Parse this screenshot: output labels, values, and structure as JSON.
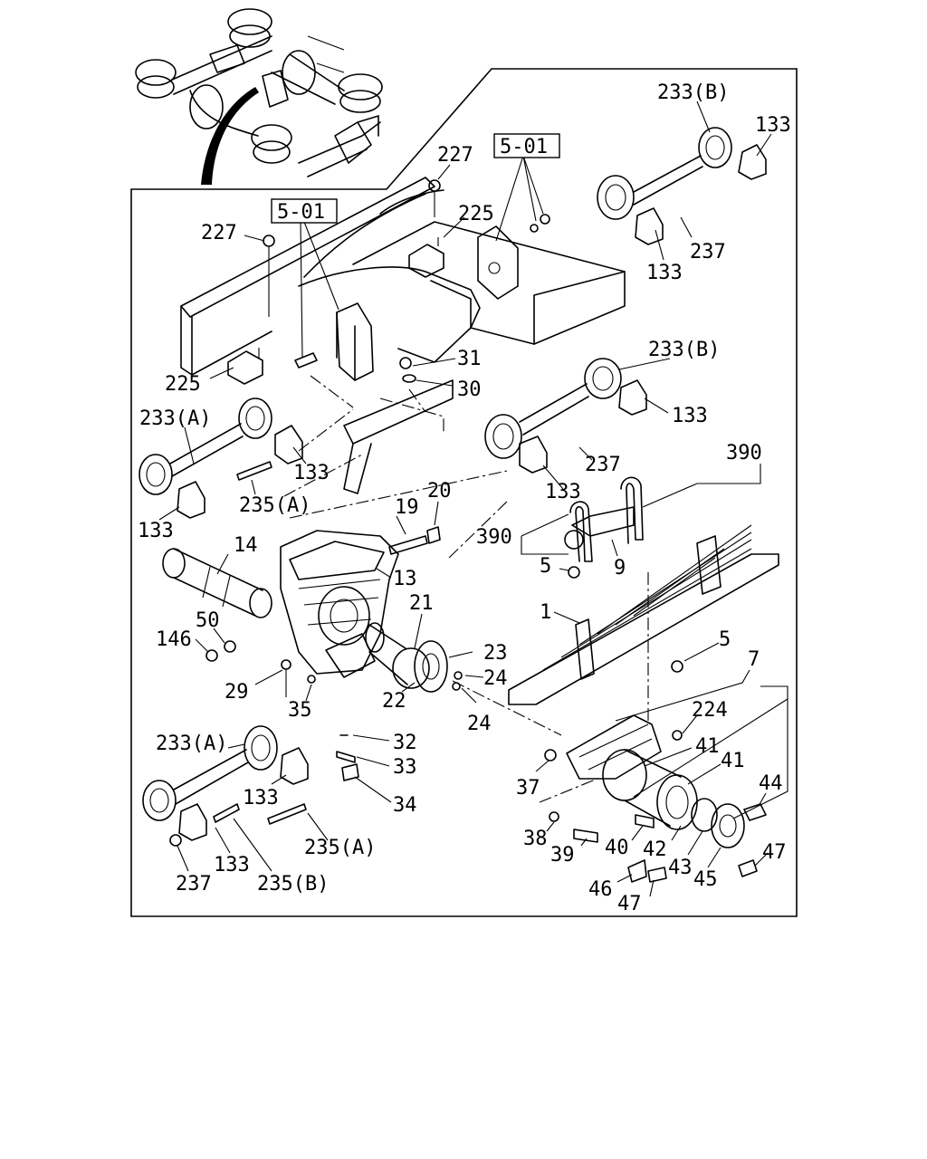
{
  "diagram": {
    "reference_boxes": [
      {
        "id": "ref-right",
        "text": "5-01"
      },
      {
        "id": "ref-left",
        "text": "5-01"
      }
    ],
    "callouts": [
      {
        "id": "c233b-top",
        "text": "233(B)"
      },
      {
        "id": "c133-top",
        "text": "133"
      },
      {
        "id": "c227-top",
        "text": "227"
      },
      {
        "id": "c225-top",
        "text": "225"
      },
      {
        "id": "c227-left",
        "text": "227"
      },
      {
        "id": "c237-top",
        "text": "237"
      },
      {
        "id": "c133-mid1",
        "text": "133"
      },
      {
        "id": "c225-left",
        "text": "225"
      },
      {
        "id": "c31",
        "text": "31"
      },
      {
        "id": "c30",
        "text": "30"
      },
      {
        "id": "c233b-mid",
        "text": "233(B)"
      },
      {
        "id": "c133-mid2",
        "text": "133"
      },
      {
        "id": "c233a-left",
        "text": "233(A)"
      },
      {
        "id": "c133-left1",
        "text": "133"
      },
      {
        "id": "c237-mid",
        "text": "237"
      },
      {
        "id": "c235a-mid",
        "text": "235(A)"
      },
      {
        "id": "c133-mid3",
        "text": "133"
      },
      {
        "id": "c390-top",
        "text": "390"
      },
      {
        "id": "c133-left2",
        "text": "133"
      },
      {
        "id": "c19",
        "text": "19"
      },
      {
        "id": "c20",
        "text": "20"
      },
      {
        "id": "c390-left",
        "text": "390"
      },
      {
        "id": "c14",
        "text": "14"
      },
      {
        "id": "c13",
        "text": "13"
      },
      {
        "id": "c5-upper",
        "text": "5"
      },
      {
        "id": "c9",
        "text": "9"
      },
      {
        "id": "c21",
        "text": "21"
      },
      {
        "id": "c1",
        "text": "1"
      },
      {
        "id": "c50",
        "text": "50"
      },
      {
        "id": "c146",
        "text": "146"
      },
      {
        "id": "c23",
        "text": "23"
      },
      {
        "id": "c5-lower",
        "text": "5"
      },
      {
        "id": "c7",
        "text": "7"
      },
      {
        "id": "c24-a",
        "text": "24"
      },
      {
        "id": "c29",
        "text": "29"
      },
      {
        "id": "c22",
        "text": "22"
      },
      {
        "id": "c35",
        "text": "35"
      },
      {
        "id": "c24-b",
        "text": "24"
      },
      {
        "id": "c224",
        "text": "224"
      },
      {
        "id": "c233a-low",
        "text": "233(A)"
      },
      {
        "id": "c32",
        "text": "32"
      },
      {
        "id": "c41-a",
        "text": "41"
      },
      {
        "id": "c41-b",
        "text": "41"
      },
      {
        "id": "c33",
        "text": "33"
      },
      {
        "id": "c37",
        "text": "37"
      },
      {
        "id": "c133-low1",
        "text": "133"
      },
      {
        "id": "c44",
        "text": "44"
      },
      {
        "id": "c34",
        "text": "34"
      },
      {
        "id": "c38",
        "text": "38"
      },
      {
        "id": "c235a-low",
        "text": "235(A)"
      },
      {
        "id": "c39",
        "text": "39"
      },
      {
        "id": "c40",
        "text": "40"
      },
      {
        "id": "c42",
        "text": "42"
      },
      {
        "id": "c43",
        "text": "43"
      },
      {
        "id": "c45",
        "text": "45"
      },
      {
        "id": "c47-a",
        "text": "47"
      },
      {
        "id": "c133-low2",
        "text": "133"
      },
      {
        "id": "c46",
        "text": "46"
      },
      {
        "id": "c237-low",
        "text": "237"
      },
      {
        "id": "c235b",
        "text": "235(B)"
      },
      {
        "id": "c47-b",
        "text": "47"
      }
    ]
  }
}
